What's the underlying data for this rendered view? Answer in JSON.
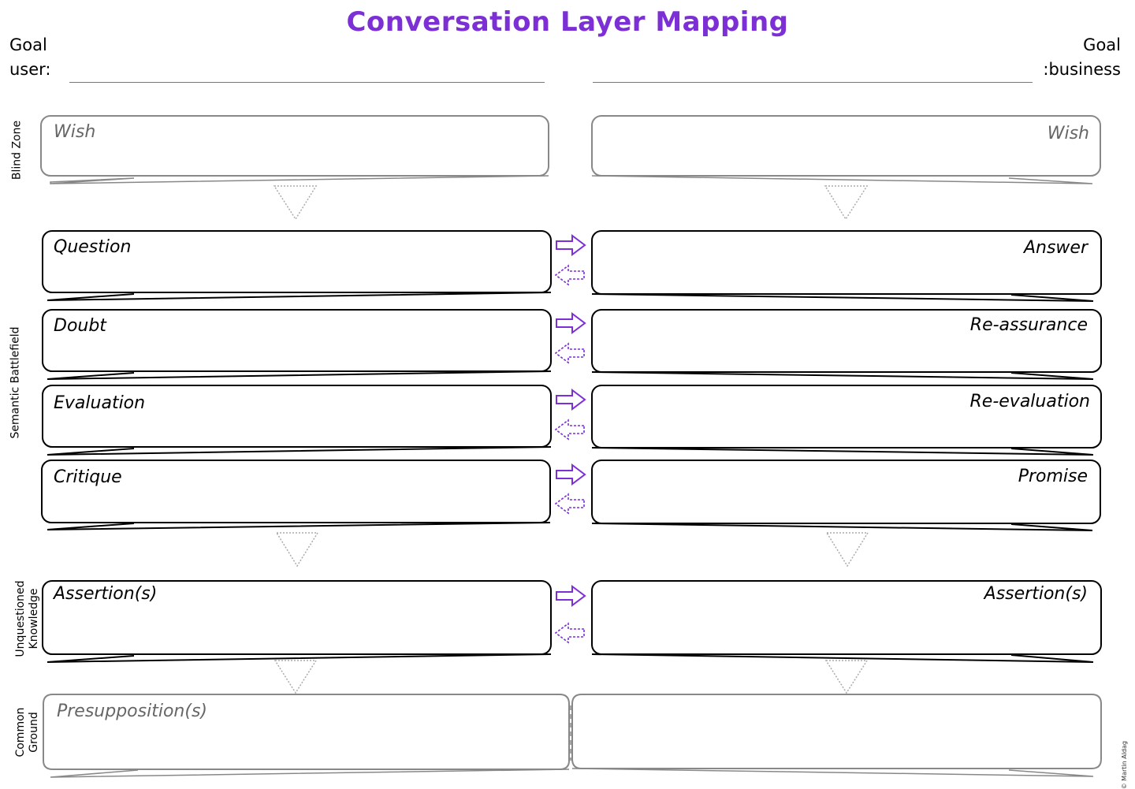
{
  "title": "Conversation Layer Mapping",
  "goal_left": {
    "line1": "Goal",
    "line2": "user:"
  },
  "goal_right": {
    "line1": "Goal",
    "line2": ":business"
  },
  "zones": {
    "blind": "Blind Zone",
    "semantic": "Semantic Battlefield",
    "unquestioned_1": "Unquestioned",
    "unquestioned_2": "Knowledge",
    "common_1": "Common",
    "common_2": "Ground"
  },
  "user_boxes": {
    "wish": "Wish",
    "question": "Question",
    "doubt": "Doubt",
    "evaluation": "Evaluation",
    "critique": "Critique",
    "assertions": "Assertion(s)",
    "presuppositions": "Presupposition(s)"
  },
  "business_boxes": {
    "wish": "Wish",
    "answer": "Answer",
    "reassurance": "Re-assurance",
    "reevaluation": "Re-evaluation",
    "promise": "Promise",
    "assertions": "Assertion(s)"
  },
  "colors": {
    "accent": "#7d2fd6",
    "border": "#000000",
    "muted_border": "#888888",
    "dotted": "#aaaaaa"
  },
  "credit": "© Martin Aldag"
}
